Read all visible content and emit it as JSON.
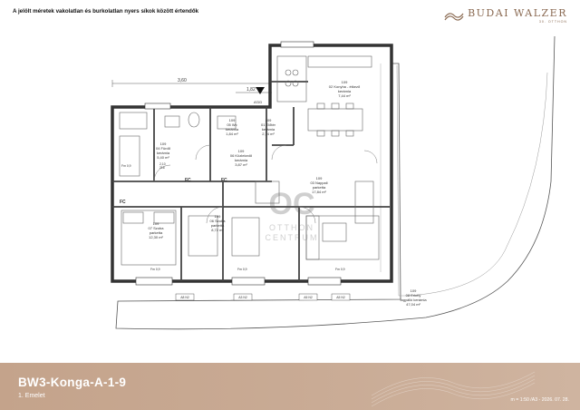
{
  "header": {
    "note": "A jelölt méretek vakolatlan és burkolatlan nyers síkok között értendők",
    "brand_name": "BUDAI WALZER",
    "brand_sub": "30. OTTHON"
  },
  "plan": {
    "dimensions": [
      "3,60",
      "1,82"
    ],
    "markers": [
      "A'DD",
      "FC",
      "FC",
      "FC"
    ],
    "rooms": [
      {
        "number": "109",
        "name": "02 Konyha - étkező",
        "floor": "kerámia",
        "area": "7,44 m²"
      },
      {
        "number": "109",
        "name": "03 Nappali",
        "floor": "parketta",
        "area": "17,84 m²"
      },
      {
        "number": "109",
        "name": "04 Fürdő",
        "floor": "kerámia",
        "area": "5,40 m²"
      },
      {
        "number": "109",
        "name": "05 Wc",
        "floor": "kerámia",
        "area": "1,84 m²"
      },
      {
        "number": "109",
        "name": "01 Előtér",
        "floor": "kerámia",
        "area": "2,74 m²"
      },
      {
        "number": "109",
        "name": "06 Közlekedő",
        "floor": "kerámia",
        "area": "3,87 m²"
      },
      {
        "number": "109",
        "name": "07 Szoba",
        "floor": "parketta",
        "area": "12,30 m²"
      },
      {
        "number": "109",
        "name": "06 Szoba",
        "floor": "parketta",
        "area": "8,72 m²"
      },
      {
        "number": "109",
        "name": "08 Erkély",
        "floor": "fagyálló kerámia",
        "area": "47,04 m²"
      }
    ],
    "window_tags": [
      "A8 N2",
      "A3 N2",
      "A5 N2",
      "A5 N2"
    ],
    "sill_labels": [
      "Fm 0,9",
      "Fm 0,9",
      "Fm 0,9"
    ],
    "small_labels": [
      "Fm 0,9",
      "2,10",
      "216"
    ],
    "watermark": {
      "monogram": "OC",
      "line1": "OTTHON",
      "line2": "CENTRUM"
    }
  },
  "footer": {
    "code": "BW3-Konga-A-1-9",
    "floor": "1. Emelet",
    "meta": "m = 1:50 /A3 - 2026. 07. 28."
  },
  "colors": {
    "footer_bg": "#c4a38b",
    "brand": "#8a6a52",
    "wall": "#333333"
  }
}
